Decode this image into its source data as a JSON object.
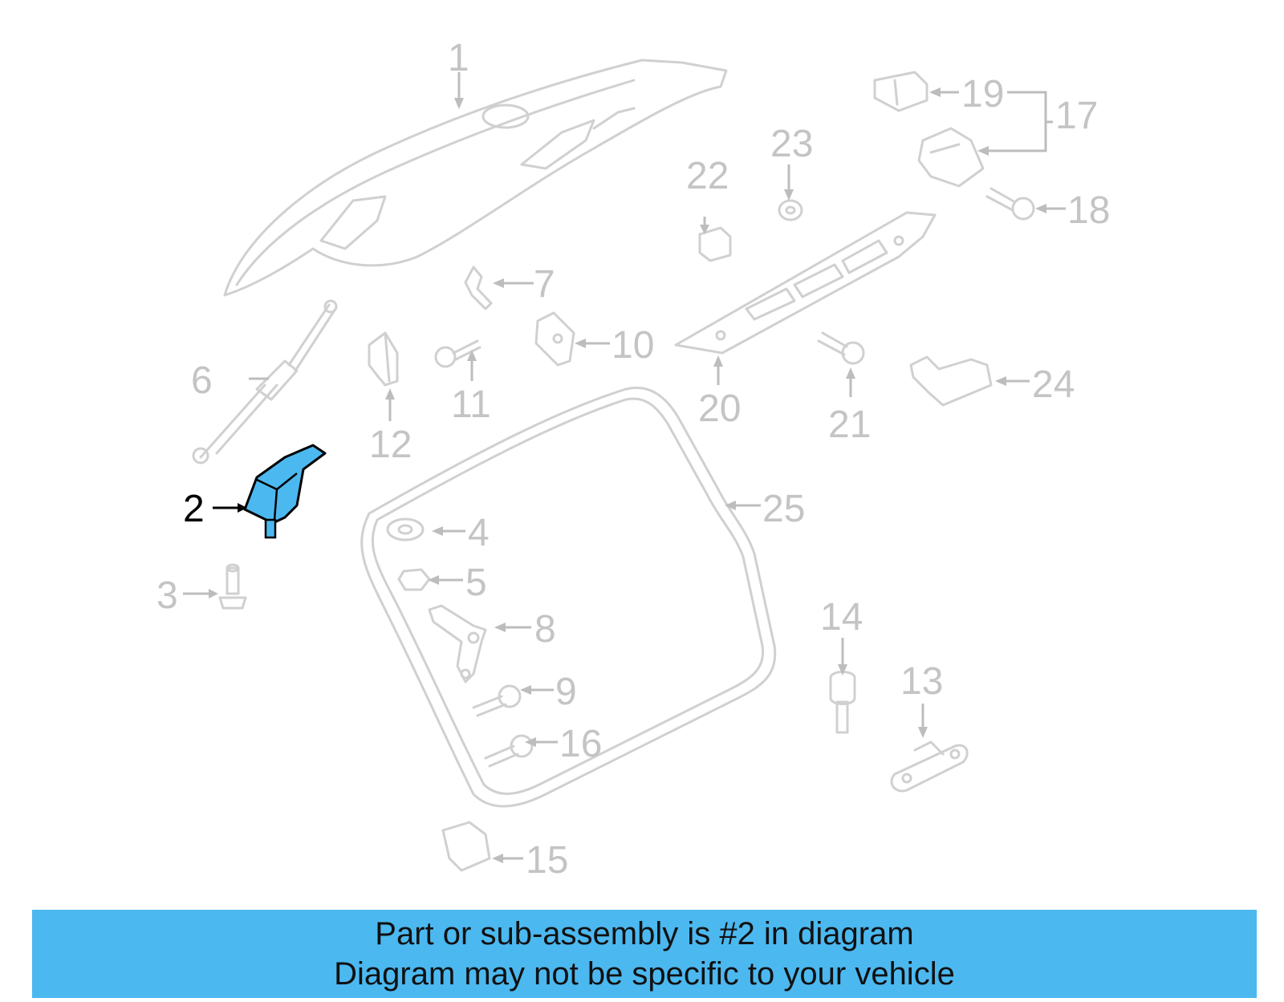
{
  "diagram": {
    "highlight_color": "#4cb8f0",
    "highlighted_part": "2",
    "callouts": {
      "c1": "1",
      "c2": "2",
      "c3": "3",
      "c4": "4",
      "c5": "5",
      "c6": "6",
      "c7": "7",
      "c8": "8",
      "c9": "9",
      "c10": "10",
      "c11": "11",
      "c12": "12",
      "c13": "13",
      "c14": "14",
      "c15": "15",
      "c16": "16",
      "c17": "17",
      "c18": "18",
      "c19": "19",
      "c20": "20",
      "c21": "21",
      "c22": "22",
      "c23": "23",
      "c24": "24",
      "c25": "25"
    }
  },
  "banner": {
    "line1": "Part or sub-assembly is #2 in diagram",
    "line2": "Diagram may not be specific to your vehicle",
    "color": "#4cb8f0"
  }
}
